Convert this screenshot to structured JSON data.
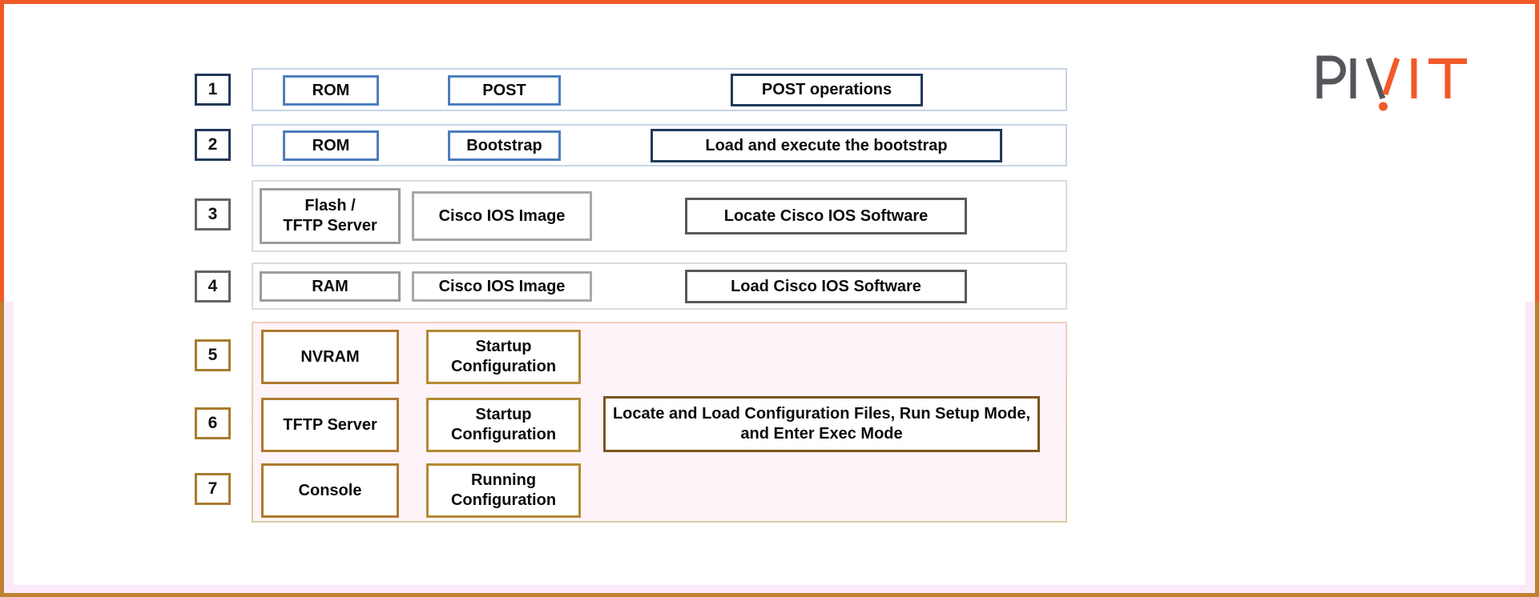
{
  "logo": {
    "name": "PivIT",
    "gray": "#54565B",
    "orange": "#F15A29"
  },
  "colors": {
    "frame_top": "#F15A29",
    "frame_bottom": "#BE8230",
    "inner_pink": "#FBE9F7",
    "row_blue_border": "#C7D4E8",
    "row_gray_border": "#DBDBDB",
    "group_fill": "#FDF3F9",
    "group_border": "#DECFA6",
    "box_blue": "#4E7DBD",
    "box_navy": "#21395B",
    "box_gray": "#9C9C9C",
    "box_dark_gray": "#595959",
    "box_brown": "#AE7A2E",
    "box_dark_brown": "#7B541F"
  },
  "steps": [
    {
      "number": "1",
      "boxes": [
        "ROM",
        "POST",
        "POST operations"
      ]
    },
    {
      "number": "2",
      "boxes": [
        "ROM",
        "Bootstrap",
        "Load and execute the bootstrap"
      ]
    },
    {
      "number": "3",
      "boxes": [
        "Flash /\nTFTP Server",
        "Cisco IOS Image",
        "Locate Cisco IOS Software"
      ]
    },
    {
      "number": "4",
      "boxes": [
        "RAM",
        "Cisco IOS Image",
        "Load Cisco IOS Software"
      ]
    },
    {
      "number": "5",
      "boxes": [
        "NVRAM",
        "Startup\nConfiguration"
      ]
    },
    {
      "number": "6",
      "boxes": [
        "TFTP Server",
        "Startup\nConfiguration",
        "Locate and Load Configuration Files, Run Setup Mode, and Enter Exec Mode"
      ]
    },
    {
      "number": "7",
      "boxes": [
        "Console",
        "Running\nConfiguration"
      ]
    }
  ]
}
